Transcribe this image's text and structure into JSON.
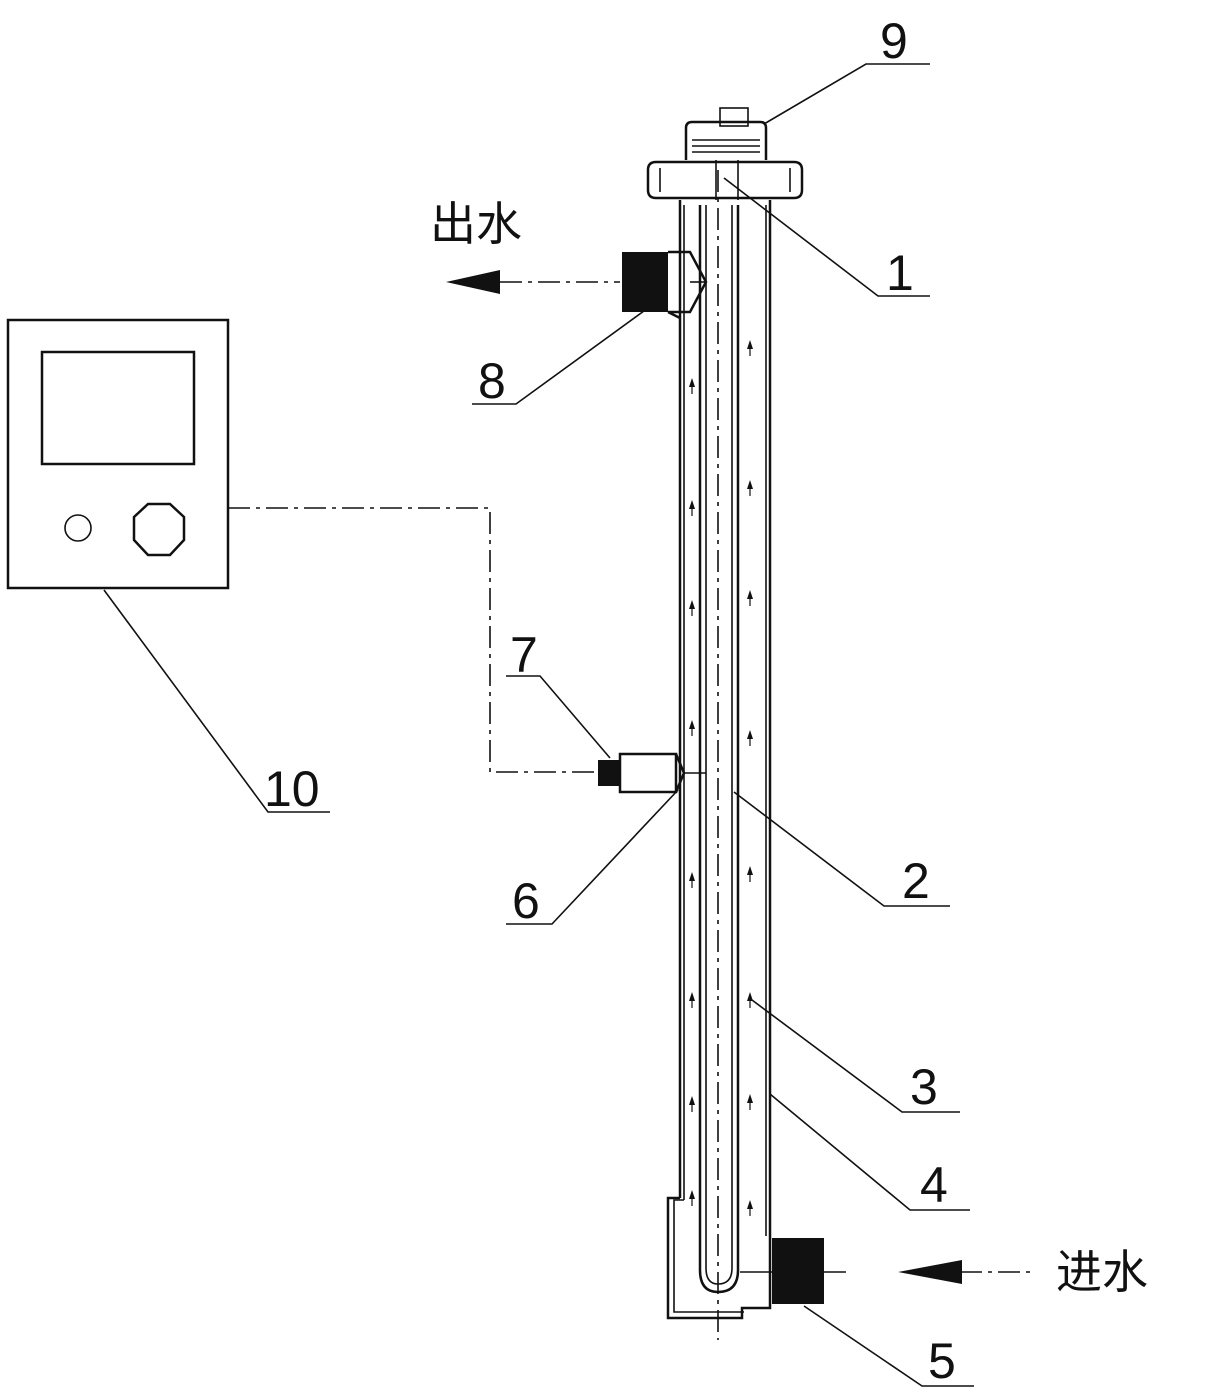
{
  "flow_labels": {
    "outlet": "出水",
    "inlet": "进水"
  },
  "parts": [
    {
      "id": "1",
      "label": "1"
    },
    {
      "id": "2",
      "label": "2"
    },
    {
      "id": "3",
      "label": "3"
    },
    {
      "id": "4",
      "label": "4"
    },
    {
      "id": "5",
      "label": "5"
    },
    {
      "id": "6",
      "label": "6"
    },
    {
      "id": "7",
      "label": "7"
    },
    {
      "id": "8",
      "label": "8"
    },
    {
      "id": "9",
      "label": "9"
    },
    {
      "id": "10",
      "label": "10"
    }
  ],
  "colors": {
    "line": "#111111",
    "background": "#ffffff"
  }
}
